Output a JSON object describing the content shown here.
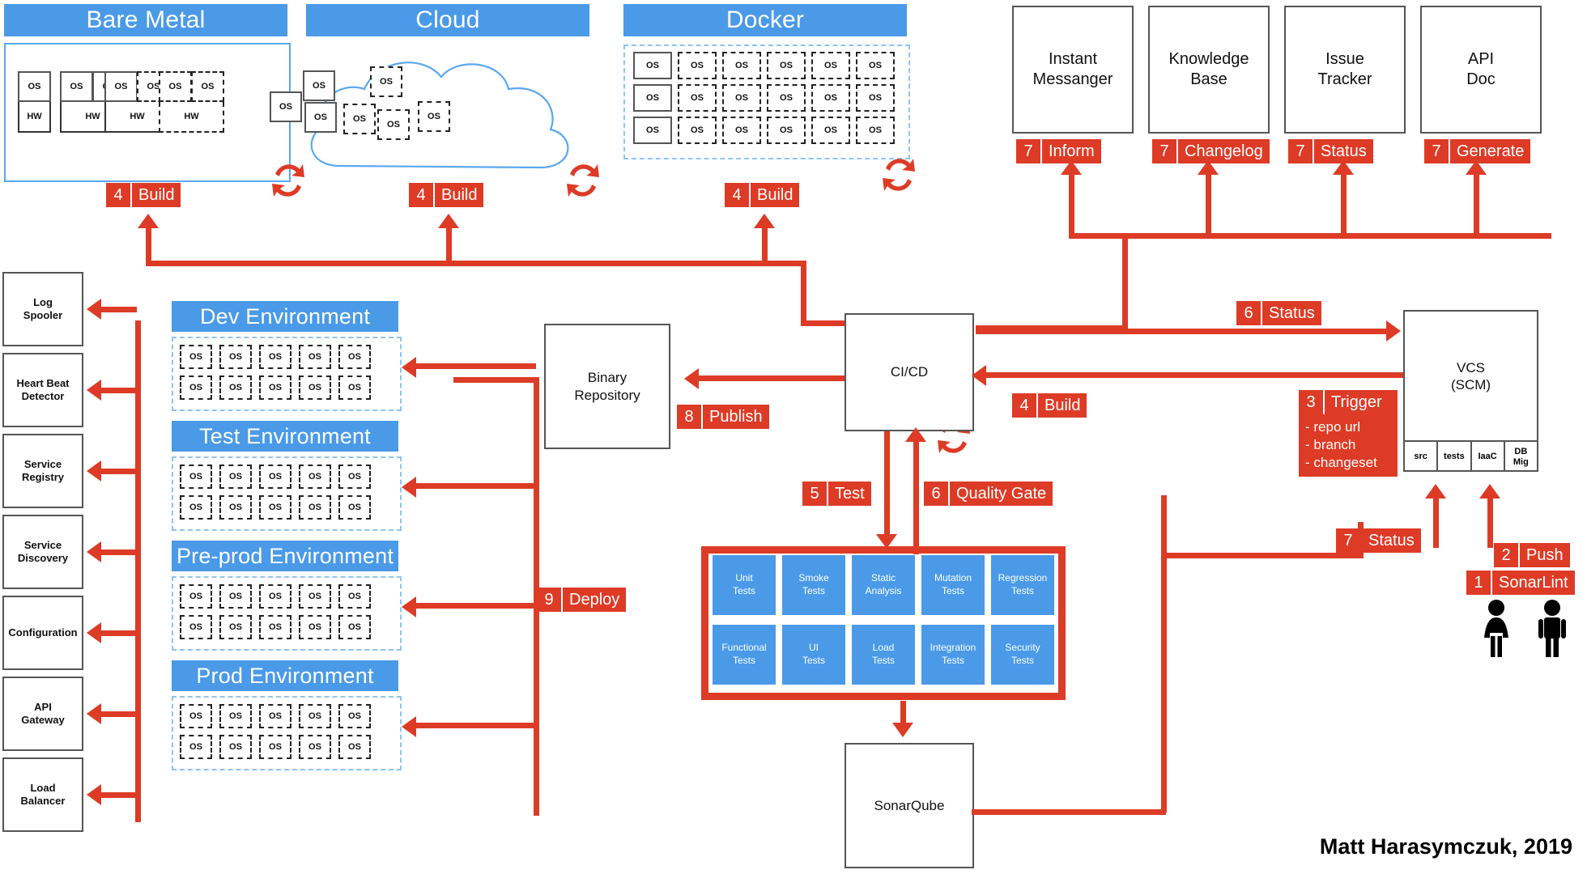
{
  "meta": {
    "signature": "Matt Harasymczuk, 2019",
    "colors": {
      "blue": "#4a9ae8",
      "red": "#dd3b26",
      "light_blue_dash": "#8fc4f5",
      "box_border": "#555555"
    }
  },
  "platforms": [
    {
      "title": "Bare Metal",
      "os_label": "OS",
      "hw_label": "HW",
      "stacks": [
        {
          "os_count": 1,
          "dashed_os": 0,
          "hw_dashed": false
        },
        {
          "os_count": 2,
          "dashed_os": 0,
          "hw_dashed": false
        },
        {
          "os_count": 2,
          "dashed_os": 1,
          "hw_dashed": false
        },
        {
          "os_count": 2,
          "dashed_os": 2,
          "hw_dashed": true
        }
      ],
      "build_badge": {
        "num": "4",
        "label": "Build"
      }
    },
    {
      "title": "Cloud",
      "os_label": "OS",
      "solid_os_count": 4,
      "dashed_os_count": 4,
      "build_badge": {
        "num": "4",
        "label": "Build"
      }
    },
    {
      "title": "Docker",
      "os_label": "OS",
      "rows": 3,
      "cols": 6,
      "solid_columns": 1,
      "build_badge": {
        "num": "4",
        "label": "Build"
      }
    }
  ],
  "collaboration_tools": [
    {
      "name": "Instant\nMessanger",
      "badge": {
        "num": "7",
        "label": "Inform"
      }
    },
    {
      "name": "Knowledge\nBase",
      "badge": {
        "num": "7",
        "label": "Changelog"
      }
    },
    {
      "name": "Issue\nTracker",
      "badge": {
        "num": "7",
        "label": "Status"
      }
    },
    {
      "name": "API\nDoc",
      "badge": {
        "num": "7",
        "label": "Generate"
      }
    }
  ],
  "platform_services": [
    {
      "label": "Log\nSpooler"
    },
    {
      "label": "Heart Beat\nDetector"
    },
    {
      "label": "Service\nRegistry"
    },
    {
      "label": "Service\nDiscovery"
    },
    {
      "label": "Configuration"
    },
    {
      "label": "API\nGateway"
    },
    {
      "label": "Load\nBalancer"
    }
  ],
  "environments": [
    {
      "title": "Dev Environment",
      "os_label": "OS",
      "rows": 2,
      "cols": 5
    },
    {
      "title": "Test Environment",
      "os_label": "OS",
      "rows": 2,
      "cols": 5
    },
    {
      "title": "Pre-prod Environment",
      "os_label": "OS",
      "rows": 2,
      "cols": 5
    },
    {
      "title": "Prod Environment",
      "os_label": "OS",
      "rows": 2,
      "cols": 5
    }
  ],
  "nodes": {
    "binary_repository": "Binary\nRepository",
    "cicd": "CI/CD",
    "sonarqube": "SonarQube",
    "vcs": "VCS\n(SCM)"
  },
  "vcs_cells": [
    "src",
    "tests",
    "IaaC",
    "DB\nMig"
  ],
  "badges": {
    "publish": {
      "num": "8",
      "label": "Publish"
    },
    "deploy": {
      "num": "9",
      "label": "Deploy"
    },
    "test": {
      "num": "5",
      "label": "Test"
    },
    "quality_gate": {
      "num": "6",
      "label": "Quality Gate"
    },
    "build_cicd": {
      "num": "4",
      "label": "Build"
    },
    "status_vcs": {
      "num": "6",
      "label": "Status"
    },
    "status_sonar": {
      "num": "7",
      "label": "Status"
    },
    "trigger": {
      "num": "3",
      "label": "Trigger",
      "body": "- repo url\n- branch\n- changeset"
    },
    "push": {
      "num": "2",
      "label": "Push"
    },
    "sonarlint": {
      "num": "1",
      "label": "SonarLint"
    }
  },
  "tests": [
    {
      "label": "Unit\nTests"
    },
    {
      "label": "Smoke\nTests"
    },
    {
      "label": "Static\nAnalysis"
    },
    {
      "label": "Mutation\nTests"
    },
    {
      "label": "Regression\nTests"
    },
    {
      "label": "Functional\nTests"
    },
    {
      "label": "UI\nTests"
    },
    {
      "label": "Load\nTests"
    },
    {
      "label": "Integration\nTests"
    },
    {
      "label": "Security\nTests"
    }
  ],
  "actors": [
    {
      "name": "developer-female"
    },
    {
      "name": "developer-male"
    }
  ]
}
